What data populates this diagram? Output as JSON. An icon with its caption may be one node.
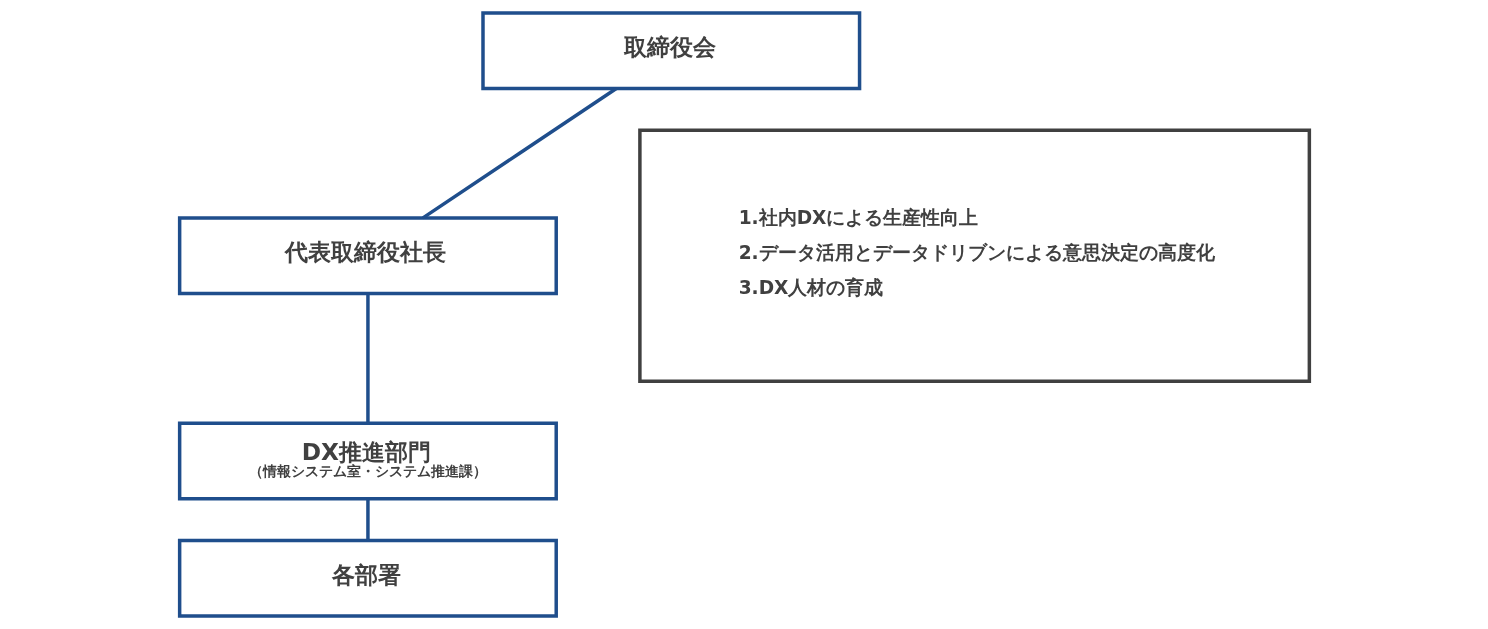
{
  "diagram": {
    "nodes": [
      {
        "text": [
          "取締役会"
        ]
      },
      {
        "text": [
          "代表取締役社長"
        ]
      },
      {
        "text": [
          "DX推進部門",
          "（情報システム室・システム推進課）"
        ]
      },
      {
        "text": [
          "各部署"
        ]
      },
      {
        "text": [
          "1.社内DXによる生産性向上",
          "2.データ活用とデータドリブンによる意思決定の高度化",
          "3.DX人材の育成"
        ]
      }
    ],
    "edges": [
      {
        "from": 0,
        "to": 1,
        "arrow": "none"
      },
      {
        "from": 1,
        "to": 2,
        "arrow": "none"
      },
      {
        "from": 2,
        "to": 3,
        "arrow": "none"
      }
    ]
  }
}
